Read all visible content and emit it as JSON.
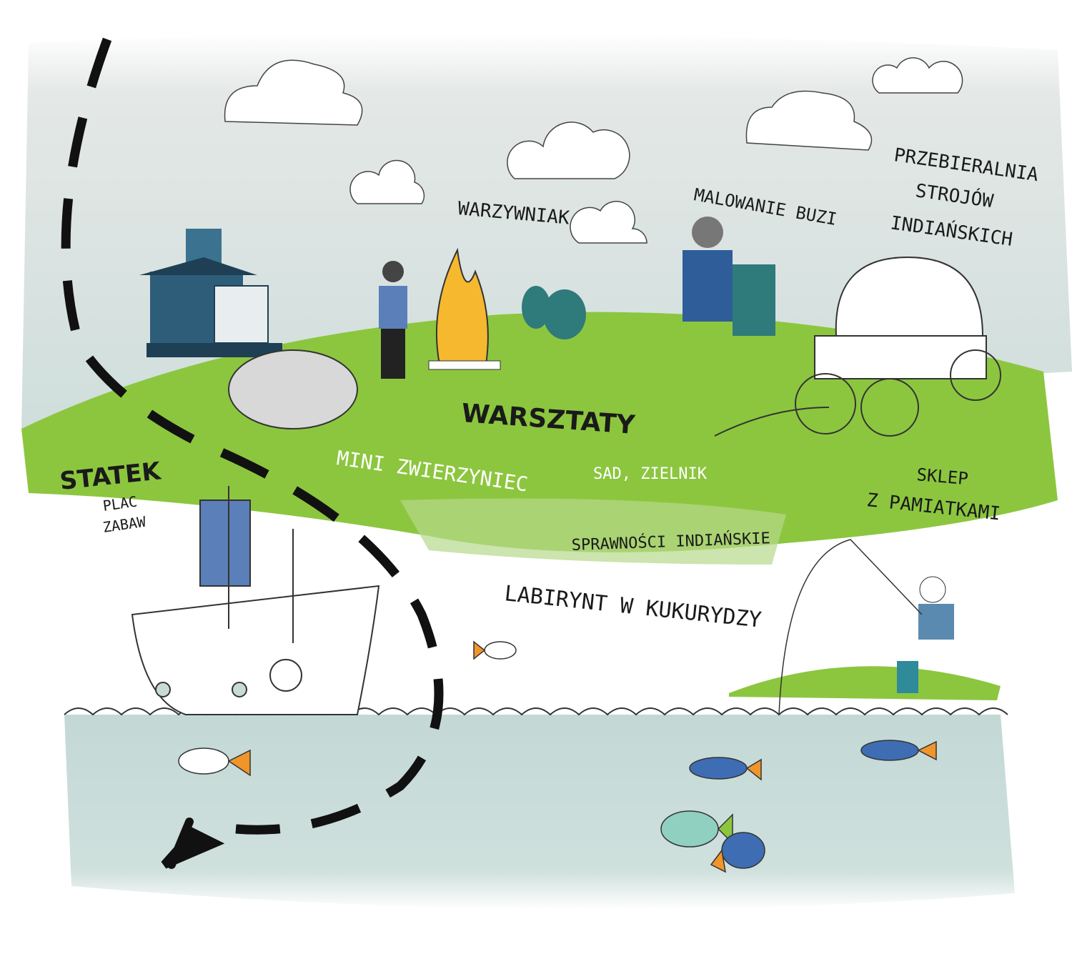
{
  "map": {
    "labels": {
      "warzywniak": "WARZYWNIAK",
      "malowanie_buzi": "MALOWANIE BUZI",
      "przebieralnia_1": "PRZEBIERALNIA",
      "przebieralnia_2": "STROJÓW",
      "przebieralnia_3": "INDIAŃSKICH",
      "warsztaty": "WARSZTATY",
      "mini_zwierzyniec": "MINI ZWIERZYNIEC",
      "sad_zielnik": "SAD, ZIELNIK",
      "sklep_1": "SKLEP",
      "sklep_2": "Z PAMIATKAMI",
      "statek": "STATEK",
      "plac_1": "PLAC",
      "plac_2": "ZABAW",
      "sprawnosci": "SPRAWNOŚCI INDIAŃSKIE",
      "labirynt": "LABIRYNT W KUKURYDZY"
    },
    "colors": {
      "grass": "#8cc63f",
      "sky": "#dfe6e4",
      "water": "#c9dcd9",
      "house": "#2e5d7a",
      "sail": "#5b7fb8",
      "fire": "#f5b82e",
      "fish_orange": "#f0952a",
      "fish_blue": "#3f6db3"
    }
  }
}
